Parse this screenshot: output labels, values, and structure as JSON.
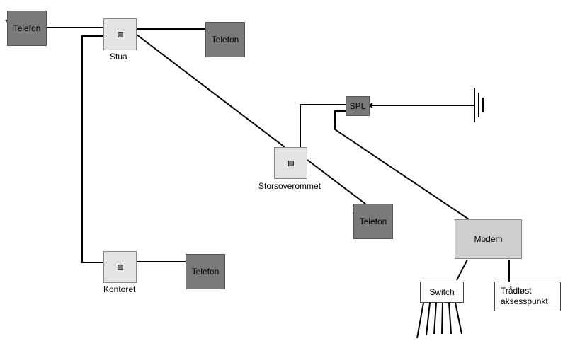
{
  "nodes": {
    "telefon_1": "Telefon",
    "telefon_2": "Telefon",
    "telefon_3": "Telefon",
    "telefon_4": "Telefon",
    "spl": "SPL",
    "modem": "Modem",
    "switch": "Switch",
    "access_point_line1": "Trådløst",
    "access_point_line2": "aksesspunkt"
  },
  "rooms": {
    "stua": "Stua",
    "storsoverommet": "Storsoverommet",
    "kontoret": "Kontoret"
  }
}
